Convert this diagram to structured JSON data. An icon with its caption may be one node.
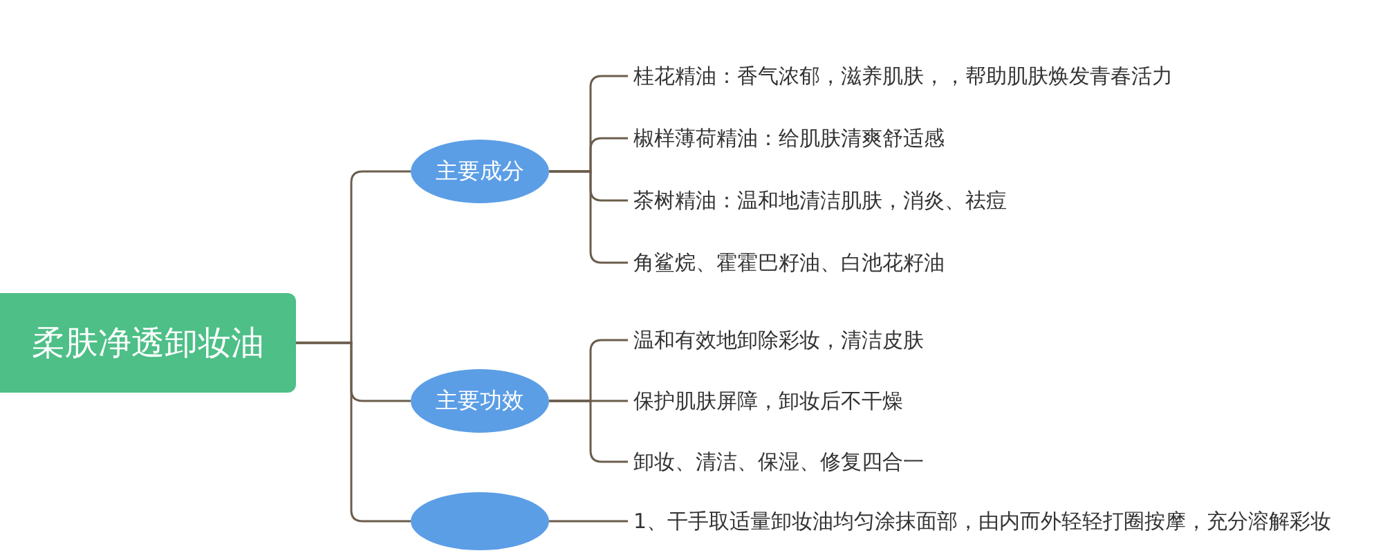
{
  "diagram": {
    "nodes": [
      {
        "text": [
          "柔肤净透卸妆油"
        ]
      },
      {
        "text": [
          "主要成分"
        ]
      },
      {
        "text": [
          "桂花精油：香气浓郁，滋养肌肤，，帮助肌肤焕发青春活力"
        ]
      },
      {
        "text": [
          "椒样薄荷精油：给肌肤清爽舒适感"
        ]
      },
      {
        "text": [
          "茶树精油：温和地清洁肌肤，消炎、祛痘"
        ]
      },
      {
        "text": [
          "角鲨烷、霍霍巴籽油、白池花籽油"
        ]
      },
      {
        "text": [
          "主要功效"
        ]
      },
      {
        "text": [
          "温和有效地卸除彩妆，清洁皮肤"
        ]
      },
      {
        "text": [
          "保护肌肤屏障，卸妆后不干燥"
        ]
      },
      {
        "text": [
          "卸妆、清洁、保湿、修复四合一"
        ]
      },
      {
        "text": [],
        "shape": "ellipse"
      },
      {
        "text": [
          "1、干手取适量卸妆油均匀涂抹面部，由内而外轻轻打圈按摩，充分溶解彩妆"
        ]
      }
    ],
    "edges": [
      {
        "from": 0,
        "to": 1,
        "arrow": "none"
      },
      {
        "from": 0,
        "to": 6,
        "arrow": "none"
      },
      {
        "from": 0,
        "to": 10,
        "arrow": "none"
      },
      {
        "from": 1,
        "to": 2,
        "arrow": "none"
      },
      {
        "from": 1,
        "to": 3,
        "arrow": "none"
      },
      {
        "from": 1,
        "to": 4,
        "arrow": "none"
      },
      {
        "from": 1,
        "to": 5,
        "arrow": "none"
      },
      {
        "from": 6,
        "to": 7,
        "arrow": "none"
      },
      {
        "from": 6,
        "to": 8,
        "arrow": "none"
      },
      {
        "from": 6,
        "to": 9,
        "arrow": "none"
      },
      {
        "from": 10,
        "to": 11,
        "arrow": "none"
      }
    ]
  }
}
